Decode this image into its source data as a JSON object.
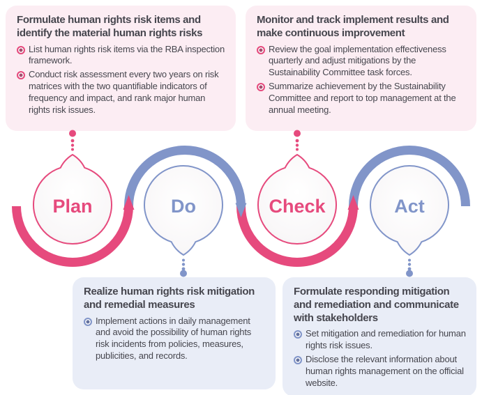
{
  "colors": {
    "pink": "#e64a7d",
    "blue": "#8195c9",
    "pink_box_bg": "#fcedf3",
    "blue_box_bg": "#e9edf7",
    "text": "#46464e"
  },
  "icons": {
    "bullet": "radio-dot-icon",
    "flow_arrow": "triangle-arrow-icon"
  },
  "cycle": {
    "steps": [
      {
        "label": "Plan",
        "color": "#e64a7d"
      },
      {
        "label": "Do",
        "color": "#8195c9"
      },
      {
        "label": "Check",
        "color": "#e64a7d"
      },
      {
        "label": "Act",
        "color": "#8195c9"
      }
    ]
  },
  "boxes": {
    "plan": {
      "title": "Formulate human rights risk items and identify the material human rights risks",
      "bullets": [
        "List human rights risk items via the RBA inspection framework.",
        "Conduct risk assessment every two years on risk matrices with the two quantifiable indicators of frequency and impact, and rank major human rights risk issues."
      ]
    },
    "check": {
      "title": "Monitor and track implement results and make continuous improvement",
      "bullets": [
        "Review the goal implementation effectiveness quarterly and adjust mitigations by the Sustainability Committee task forces.",
        "Summarize achievement by the Sustainability Committee and report to top management at the annual meeting."
      ]
    },
    "do": {
      "title": "Realize human rights risk mitigation and remedial measures",
      "bullets": [
        "Implement actions in daily management and avoid the possibility of human rights risk incidents from policies, measures, publicities, and records."
      ]
    },
    "act": {
      "title": "Formulate responding mitigation and remediation and communicate with stakeholders",
      "bullets": [
        "Set mitigation and remediation for human rights risk issues.",
        "Disclose the relevant information about human rights management on the official website."
      ]
    }
  }
}
